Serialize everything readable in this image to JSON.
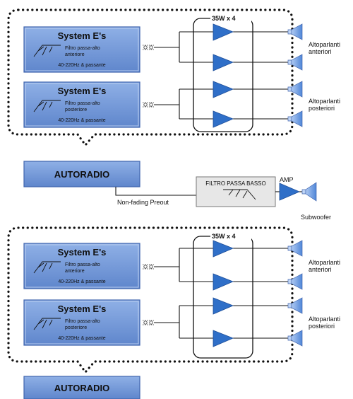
{
  "sections": [
    {
      "power_label": "35W x 4",
      "modules": [
        {
          "title": "System E's",
          "line1": "Filtro passa-alto",
          "line2": "anteriore",
          "range": "40-220Hz & passante"
        },
        {
          "title": "System E's",
          "line1": "Filtro passa-alto",
          "line2": "posteriore",
          "range": "40-220Hz & passante"
        }
      ],
      "speakers": [
        {
          "line1": "Altoparlanti",
          "line2": "anteriori"
        },
        {
          "line1": "Altoparlanti",
          "line2": "posteriori"
        }
      ],
      "radio_label": "AUTORADIO"
    },
    {
      "power_label": "35W x 4",
      "modules": [
        {
          "title": "System E's",
          "line1": "Filtro passa-alto",
          "line2": "anteriore",
          "range": "40-220Hz & passante"
        },
        {
          "title": "System E's",
          "line1": "Filtro passa-alto",
          "line2": "posteriore",
          "range": "40-220Hz & passante"
        }
      ],
      "speakers": [
        {
          "line1": "Altoparlanti",
          "line2": "anteriori"
        },
        {
          "line1": "Altoparlanti",
          "line2": "posteriori"
        }
      ],
      "radio_label": "AUTORADIO"
    }
  ],
  "subwoofer_chain": {
    "preout_label": "Non-fading Preout",
    "lowpass_label": "FILTRO PASSA BASSO",
    "amp_label": "AMP",
    "subwoofer_label": "Subwoofer"
  },
  "colors": {
    "module_fill": "#6f95d6",
    "module_edge": "#3f64ad",
    "amp_fill": "#2f6fc8",
    "speaker_fill": "#6e9be0",
    "filter_box": "#e7e7e7"
  }
}
